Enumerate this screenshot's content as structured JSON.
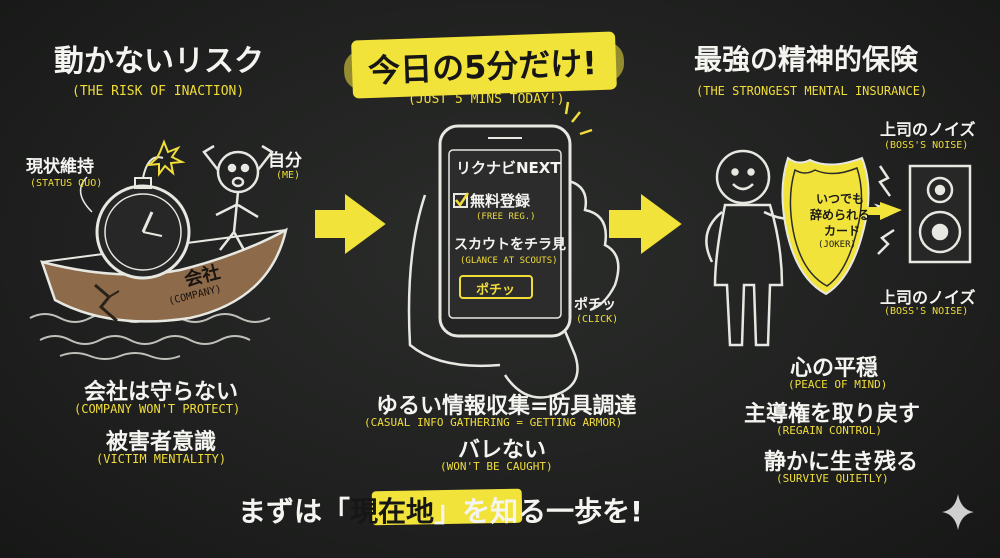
{
  "colors": {
    "board": "#1f201f",
    "chalk": "#f2f2ee",
    "accent_yellow": "#f1dd3a",
    "boat": "#8c6a4a"
  },
  "left": {
    "title_ja": "動かないリスク",
    "title_en": "(THE RISK OF INACTION)",
    "status_quo_ja": "現状維持",
    "status_quo_en": "(STATUS QUO)",
    "me_ja": "自分",
    "me_en": "(ME)",
    "company_ja": "会社",
    "company_en": "(COMPANY)",
    "line1_ja": "会社は守らない",
    "line1_en": "(COMPANY WON'T PROTECT)",
    "line2_ja": "被害者意識",
    "line2_en": "(VICTIM MENTALITY)"
  },
  "center": {
    "title_ja": "今日の5分だけ!",
    "title_en": "(JUST 5 MINS TODAY!)",
    "app_name": "リクナビNEXT",
    "free_reg_ja": "無料登録",
    "free_reg_en": "(FREE REG.)",
    "scouts_ja": "スカウトをチラ見",
    "scouts_en": "(GLANCE AT SCOUTS)",
    "button_ja": "ポチッ",
    "click_ja": "ポチッ",
    "click_en": "(CLICK)",
    "line1_ja": "ゆるい情報収集=防具調達",
    "line1_en": "(CASUAL INFO GATHERING = GETTING ARMOR)",
    "line2_ja": "バレない",
    "line2_en": "(WON'T BE CAUGHT)"
  },
  "right": {
    "title_ja": "最強の精神的保険",
    "title_en": "(THE STRONGEST MENTAL INSURANCE)",
    "noise_top_ja": "上司のノイズ",
    "noise_top_en": "(BOSS'S NOISE)",
    "noise_bottom_ja": "上司のノイズ",
    "noise_bottom_en": "(BOSS'S NOISE)",
    "shield_line1": "いつでも",
    "shield_line2": "辞められる",
    "shield_line3": "カード",
    "shield_en": "(JOKER)",
    "line1_ja": "心の平穏",
    "line1_en": "(PEACE OF MIND)",
    "line2_ja": "主導権を取り戻す",
    "line2_en": "(REGAIN CONTROL)",
    "line3_ja": "静かに生き残る",
    "line3_en": "(SURVIVE QUIETLY)"
  },
  "bottom": {
    "part1": "まずは",
    "bracket_open": "「",
    "highlight": "現在地",
    "bracket_close": "」",
    "part2": "を知る一歩を!"
  },
  "icons": [
    "bomb-icon",
    "sinking-boat-icon",
    "stick-figure-icon",
    "arrow-right-icon",
    "smartphone-icon",
    "hand-icon",
    "shield-icon",
    "speaker-icon",
    "lightning-icon",
    "sparkle-icon"
  ]
}
